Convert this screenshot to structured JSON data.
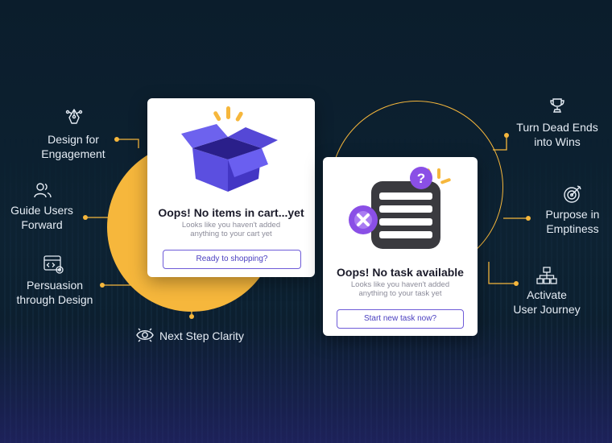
{
  "labels": {
    "design_engagement": [
      "Design for",
      "Engagement"
    ],
    "guide_users": [
      "Guide Users",
      "Forward"
    ],
    "persuasion": [
      "Persuasion",
      "through Design"
    ],
    "next_step": "Next Step Clarity",
    "dead_ends": [
      "Turn Dead Ends",
      "into Wins"
    ],
    "purpose": [
      "Purpose in",
      "Emptiness"
    ],
    "activate": [
      "Activate",
      "User Journey"
    ]
  },
  "cart_card": {
    "title": "Oops! No items in cart...yet",
    "subtitle": [
      "Looks like you haven't added",
      "anything to your cart yet"
    ],
    "button": "Ready to shopping?"
  },
  "task_card": {
    "title": "Oops! No task available",
    "subtitle": [
      "Looks like you haven't added",
      "anything to your task yet"
    ],
    "button": "Start new task now?"
  },
  "colors": {
    "accent_yellow": "#f6b73c",
    "box_purple": "#5b4fe0",
    "badge_purple": "#8a4fe6",
    "button_border": "#6e5bd8",
    "background": "#0b1d2c"
  },
  "icons": [
    "pen-tool-icon",
    "users-icon",
    "code-settings-icon",
    "eye-icon",
    "trophy-icon",
    "target-icon",
    "sitemap-icon"
  ]
}
